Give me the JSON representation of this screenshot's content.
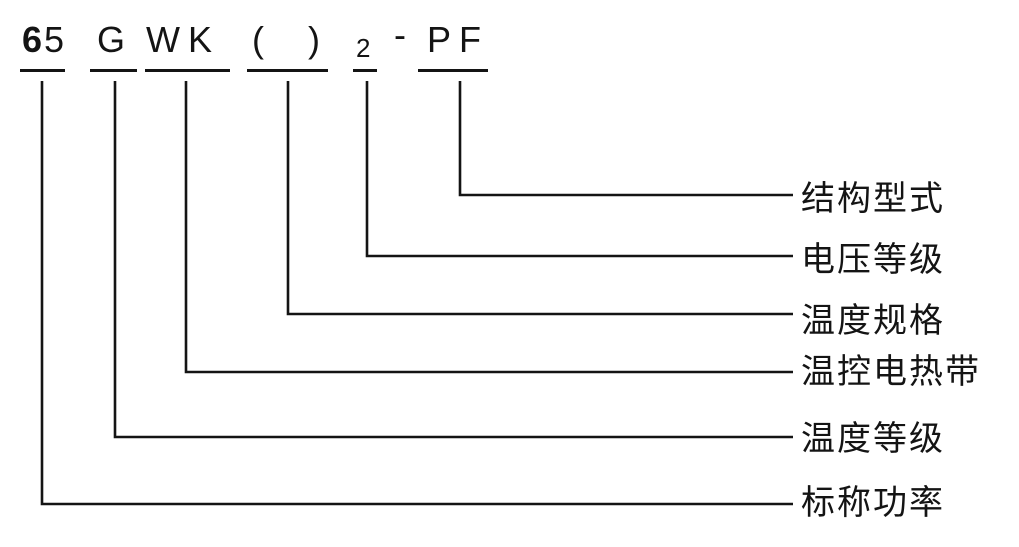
{
  "code": {
    "segments": [
      {
        "id": "nominal-power",
        "text": "65"
      },
      {
        "id": "temp-grade",
        "text": "G"
      },
      {
        "id": "heating-band",
        "text": "WK"
      },
      {
        "id": "temp-spec",
        "text": "(  )"
      },
      {
        "id": "voltage-grade",
        "text": "2"
      },
      {
        "id": "separator",
        "text": "-"
      },
      {
        "id": "structure-type",
        "text": "PF"
      }
    ]
  },
  "legend": {
    "items": [
      {
        "id": "structure-type",
        "label": "结构型式"
      },
      {
        "id": "voltage-grade",
        "label": "电压等级"
      },
      {
        "id": "temp-spec",
        "label": "温度规格"
      },
      {
        "id": "heating-band",
        "label": "温控电热带"
      },
      {
        "id": "temp-grade",
        "label": "温度等级"
      },
      {
        "id": "nominal-power",
        "label": "标称功率"
      }
    ]
  },
  "colors": {
    "ink": "#141414",
    "background": "#ffffff"
  }
}
